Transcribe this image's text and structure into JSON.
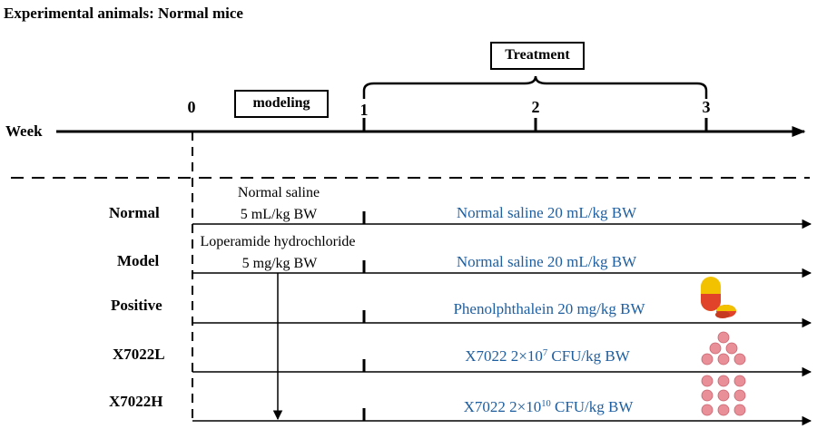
{
  "header": {
    "title": "Experimental animals: Normal mice"
  },
  "timeline": {
    "axis_label": "Week",
    "ticks": [
      "0",
      "1",
      "2",
      "3"
    ],
    "modeling_label": "modeling",
    "treatment_label": "Treatment"
  },
  "groups": [
    {
      "name": "Normal",
      "modeling_line1": "Normal saline",
      "modeling_line2": "5 mL/kg BW",
      "treatment": "Normal saline 20 mL/kg BW"
    },
    {
      "name": "Model",
      "modeling_line1": "Loperamide hydrochloride",
      "modeling_line2": "5 mg/kg BW",
      "treatment": "Normal saline 20 mL/kg BW"
    },
    {
      "name": "Positive",
      "treatment": "Phenolphthalein 20 mg/kg BW"
    },
    {
      "name": "X7022L",
      "treatment_prefix": "X7022 2×10",
      "treatment_exp": "7",
      "treatment_suffix": " CFU/kg BW"
    },
    {
      "name": "X7022H",
      "treatment_prefix": "X7022 2×10",
      "treatment_exp": "10",
      "treatment_suffix": " CFU/kg BW"
    }
  ],
  "colors": {
    "treatment_text": "#1f5fa0",
    "pill_yellow": "#f2c200",
    "pill_red": "#e0432a",
    "bacteria": "#e88f98"
  },
  "icons": {
    "positive": "pill-icon",
    "bacteria": "bacteria-icon"
  }
}
